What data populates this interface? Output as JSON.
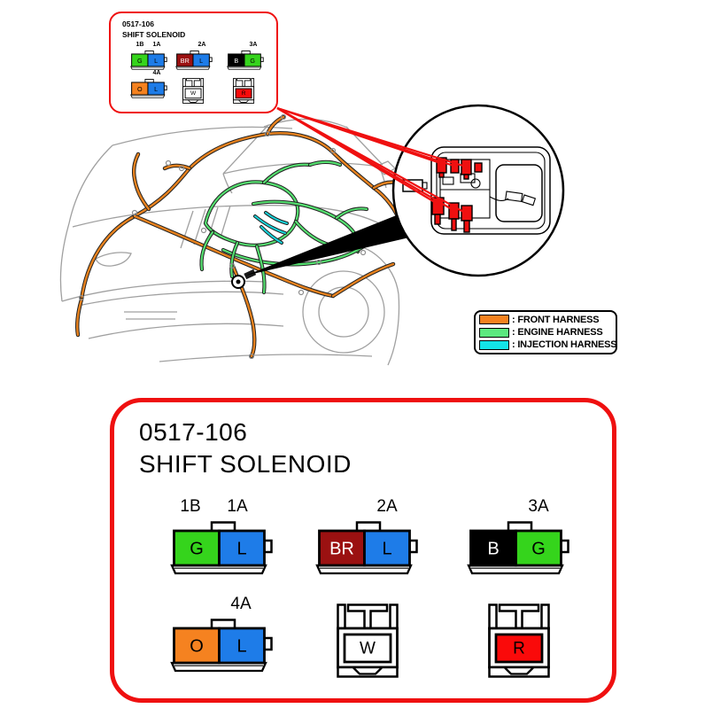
{
  "document": {
    "code": "0517-106",
    "name": "SHIFT SOLENOID"
  },
  "colors": {
    "accent_red": "#ef1010",
    "front_harness": "#e8821e",
    "engine_harness": "#55e070",
    "injection_harness": "#18d4da",
    "cell_green": "#35d41c",
    "cell_blue": "#1e7ce8",
    "cell_brown": "#9b1111",
    "cell_black": "#000000",
    "cell_orange": "#f58220",
    "cell_white": "#ffffff",
    "cell_red": "#fa0a0a"
  },
  "mini_panel": {
    "code": "0517-106",
    "name": "SHIFT SOLENOID"
  },
  "detail_panel": {
    "code": "0517-106",
    "name": "SHIFT SOLENOID"
  },
  "legend": {
    "items": [
      {
        "label": ": FRONT HARNESS",
        "color": "#f58220"
      },
      {
        "label": ": ENGINE HARNESS",
        "color": "#5ce87f"
      },
      {
        "label": ": INJECTION HARNESS",
        "color": "#13e4e8"
      }
    ]
  },
  "connectors": {
    "items": [
      {
        "id": "1b-1a",
        "kind": "dual",
        "labels": [
          "1B",
          "1A"
        ],
        "cells": [
          {
            "letter": "G",
            "color": "#35d41c",
            "ink": "#000000"
          },
          {
            "letter": "L",
            "color": "#1e7ce8",
            "ink": "#000000"
          }
        ]
      },
      {
        "id": "2a",
        "kind": "dual",
        "labels": [
          "2A"
        ],
        "cells": [
          {
            "letter": "BR",
            "color": "#9b1111",
            "ink": "#ffffff"
          },
          {
            "letter": "L",
            "color": "#1e7ce8",
            "ink": "#000000"
          }
        ]
      },
      {
        "id": "3a",
        "kind": "dual",
        "labels": [
          "3A"
        ],
        "cells": [
          {
            "letter": "B",
            "color": "#000000",
            "ink": "#ffffff"
          },
          {
            "letter": "G",
            "color": "#35d41c",
            "ink": "#000000"
          }
        ]
      },
      {
        "id": "4a",
        "kind": "dual",
        "labels": [
          "4A"
        ],
        "cells": [
          {
            "letter": "O",
            "color": "#f58220",
            "ink": "#000000"
          },
          {
            "letter": "L",
            "color": "#1e7ce8",
            "ink": "#000000"
          }
        ]
      },
      {
        "id": "w",
        "kind": "shell",
        "labels": [],
        "cells": [
          {
            "letter": "W",
            "color": "#ffffff",
            "ink": "#000000"
          }
        ]
      },
      {
        "id": "r",
        "kind": "shell",
        "labels": [],
        "cells": [
          {
            "letter": "R",
            "color": "#fa0a0a",
            "ink": "#000000"
          }
        ]
      }
    ]
  }
}
